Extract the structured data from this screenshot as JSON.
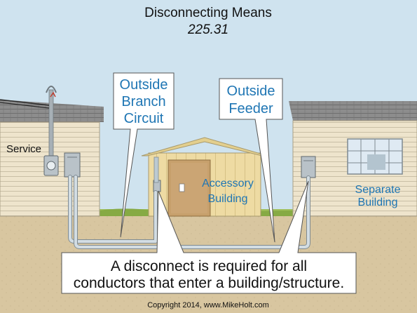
{
  "title": "Disconnecting Means",
  "subtitle": "225.31",
  "callouts": {
    "branch": [
      "Outside",
      "Branch",
      "Circuit"
    ],
    "feeder": [
      "Outside",
      "Feeder"
    ]
  },
  "labels": {
    "service": "Service",
    "accessory": [
      "Accessory",
      "Building"
    ],
    "separate": [
      "Separate",
      "Building"
    ]
  },
  "note": [
    "A disconnect is required for all",
    "conductors that enter a building/structure."
  ],
  "copyright": "Copyright 2014, www.MikeHolt.com",
  "colors": {
    "sky": "#cfe3ef",
    "ground": "#d8c6a0",
    "siding": "#eee4cc",
    "shed": "#eedba3",
    "shed_door": "#c7a06c",
    "roof": "#8a8a8a",
    "panel": "#b9c2c8",
    "conduit": "#bccad2",
    "callout_text": "#1f76b4"
  }
}
